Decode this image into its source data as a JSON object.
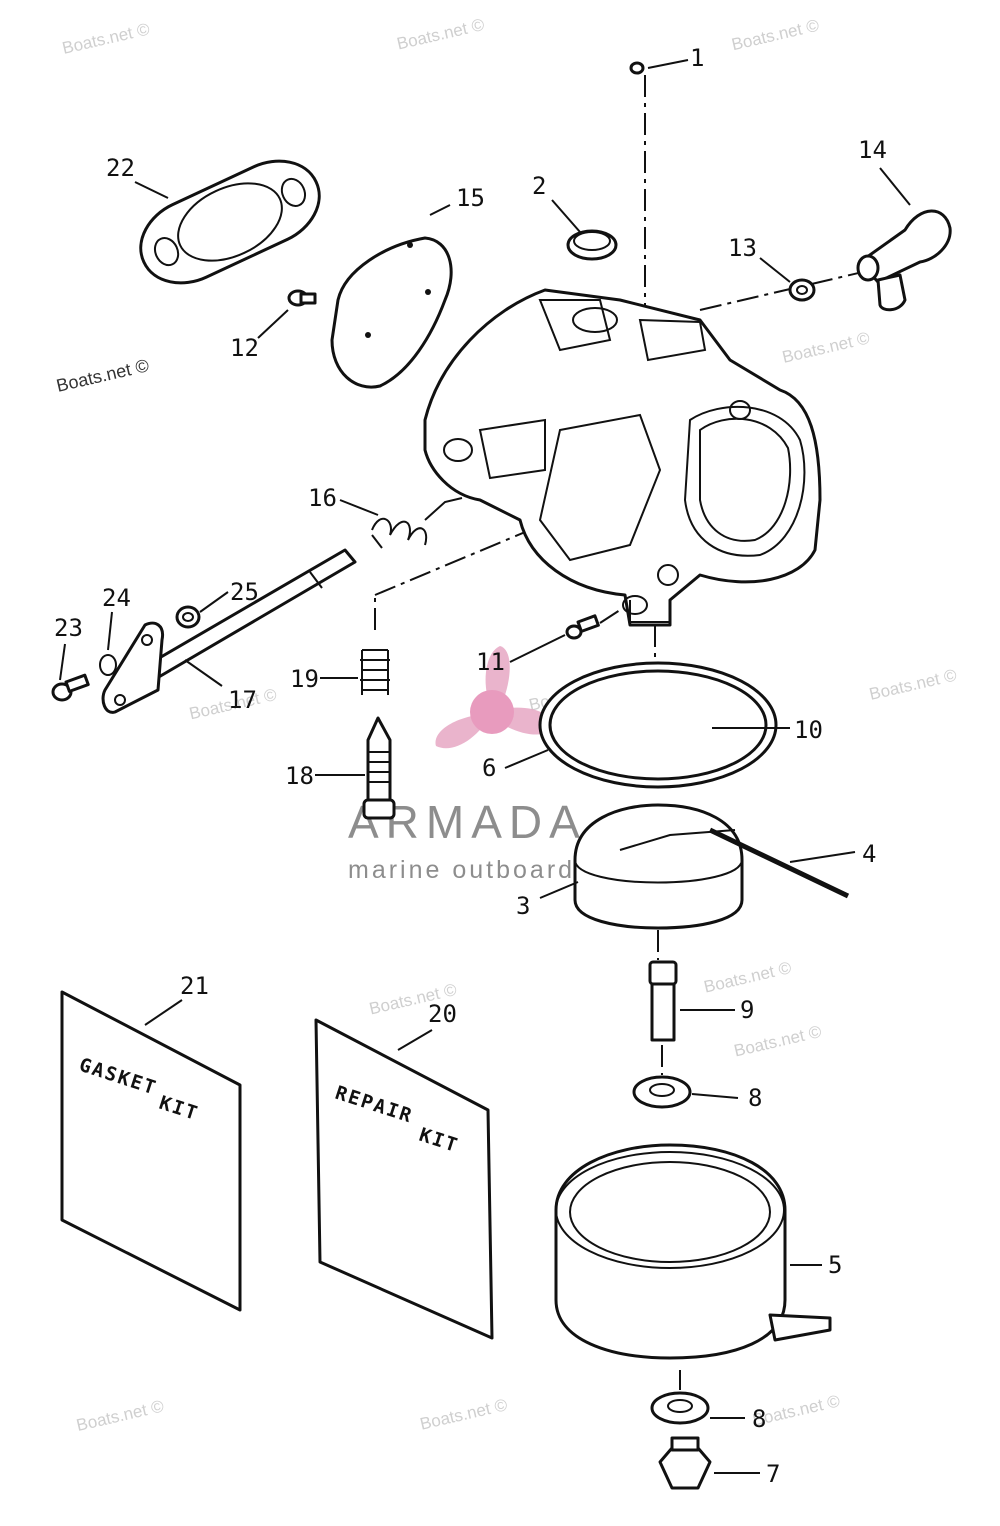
{
  "watermark": "Boats.net ©",
  "brand": {
    "name": "ARMADA",
    "tagline": "marine outboards",
    "color": "#e7a7c4"
  },
  "callouts": [
    "1",
    "2",
    "3",
    "4",
    "5",
    "6",
    "7",
    "8",
    "9",
    "10",
    "11",
    "12",
    "13",
    "14",
    "15",
    "16",
    "17",
    "18",
    "19",
    "20",
    "21",
    "22",
    "23",
    "24",
    "25"
  ],
  "kits": {
    "gasket": [
      "GASKET",
      "KIT"
    ],
    "repair": [
      "REPAIR",
      "KIT"
    ]
  }
}
